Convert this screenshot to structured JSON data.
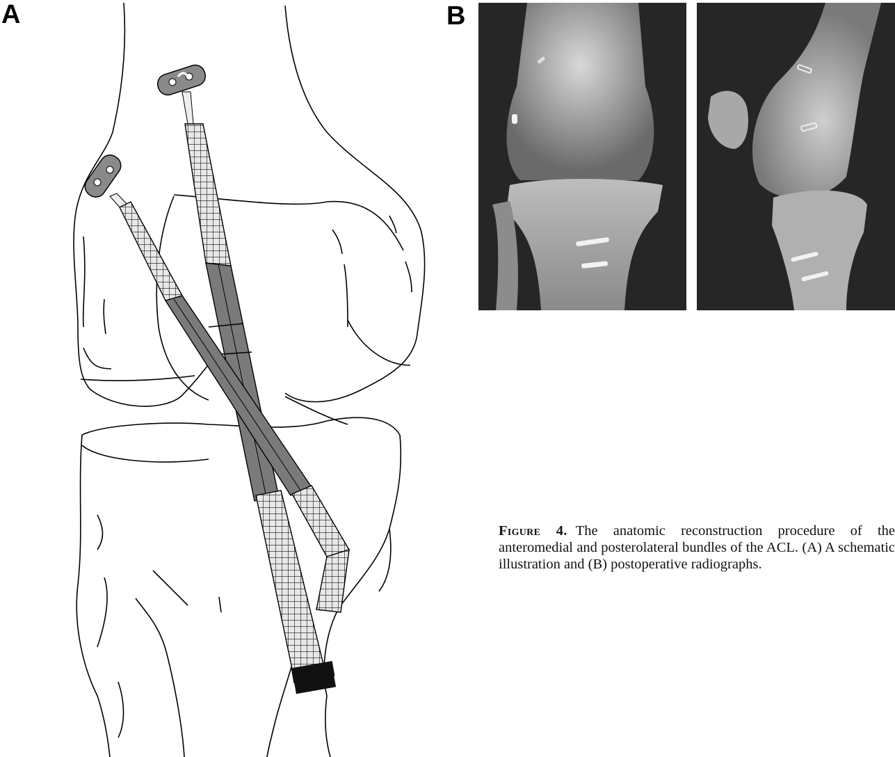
{
  "figure": {
    "panel_a_label": "A",
    "panel_b_label": "B",
    "caption_label": "Figure 4.",
    "caption_text": "The anatomic reconstruction procedure of the anteromedial and posterolateral bundles of the ACL. (A) A schematic illustration and (B) postoperative radiographs."
  },
  "colors": {
    "graft": "#7a7a7a",
    "mesh": "#e6e6e6",
    "bone_line": "#000000",
    "xray_bg": "#262626"
  }
}
